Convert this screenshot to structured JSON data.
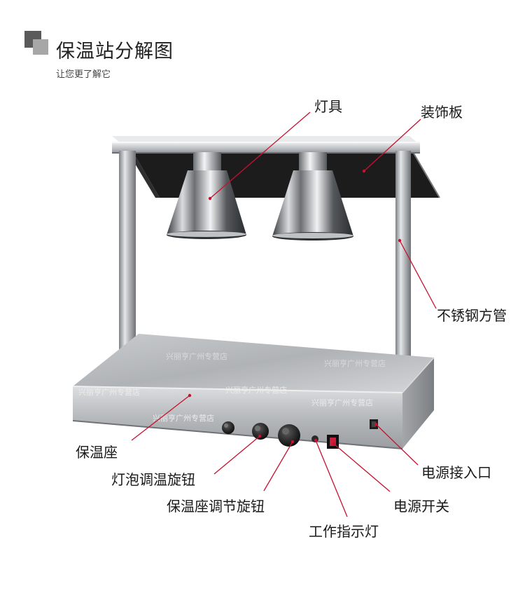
{
  "header": {
    "title": "保温站分解图",
    "subtitle": "让您更了解它"
  },
  "watermark": "兴丽亨广州专营店",
  "labels": {
    "lamp": "灯具",
    "deco_panel": "装饰板",
    "steel_tube": "不锈钢方管",
    "warming_base": "保温座",
    "bulb_knob": "灯泡调温旋钮",
    "base_knob": "保温座调节旋钮",
    "indicator": "工作指示灯",
    "power_switch": "电源开关",
    "power_inlet": "电源接入口"
  },
  "colors": {
    "leader_line": "#c8102e",
    "steel": "#b9bcbf",
    "panel": "#1b1b1b"
  }
}
